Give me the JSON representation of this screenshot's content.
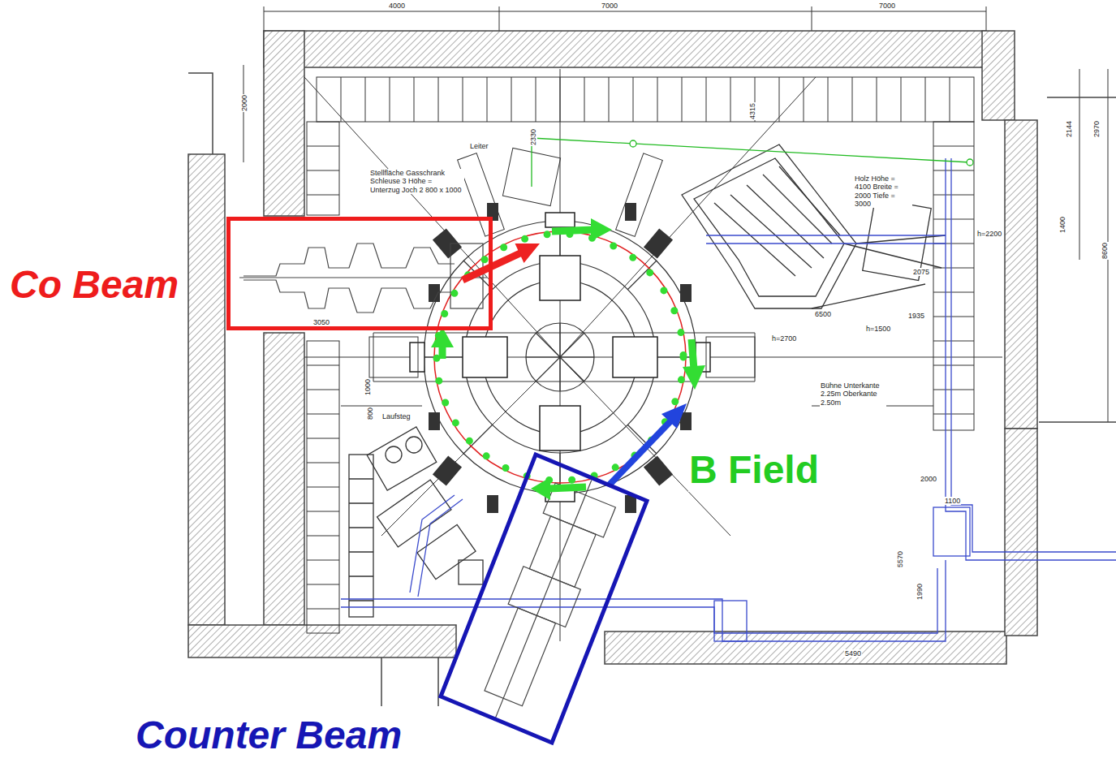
{
  "diagram": {
    "nodes": [
      {
        "text": [
          "Co Beam"
        ]
      },
      {
        "text": [
          "Counter Beam"
        ]
      }
    ],
    "labels": [
      "B Field",
      "4000",
      "7000",
      "7000",
      "2000",
      "4315",
      "2330",
      "3050",
      "1000",
      "800",
      "Leiter",
      "Laufsteg",
      "Stellfläche Gasschrank Schleuse 3 Höhe = Unterzug Joch 2 800 x 1000",
      "Holz Höhe = 4100 Breite = 2000 Tiefe = 3000",
      "Bühne Unterkante 2.25m Oberkante 2.50m",
      "6500",
      "2075",
      "1935",
      "h=2700",
      "h=1500",
      "h=2200",
      "1400",
      "8600",
      "2144",
      "2970",
      "2000",
      "1100",
      "5570",
      "1990",
      "5490"
    ]
  }
}
